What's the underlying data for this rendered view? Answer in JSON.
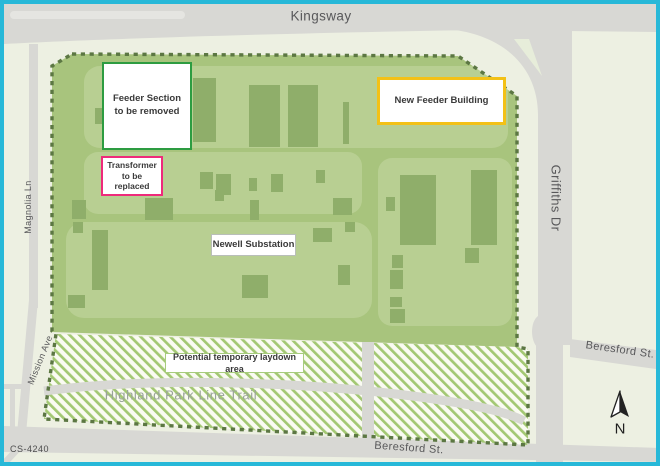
{
  "map": {
    "streets": {
      "kingsway": "Kingsway",
      "griffiths": "Griffiths Dr",
      "magnolia": "Magnolia Ln",
      "mission": "Mission Ave",
      "beresford_right": "Beresford St.",
      "beresford_bottom": "Beresford St.",
      "trail": "Highland Park Line Trail"
    },
    "callouts": {
      "feeder_section": "Feeder Section\nto be removed",
      "transformer": "Transformer\nto be\nreplaced",
      "new_feeder": "New Feeder Building",
      "newell": "Newell Substation",
      "laydown": "Potential temporary laydown area"
    },
    "annotations": {
      "drawing_number": "CS-4240",
      "north": "N"
    },
    "colors": {
      "border": "#27b8d8",
      "bg": "#edf0e2",
      "road": "#d8d8d4",
      "roadlight": "#e5e5e1",
      "island": "#e7edda",
      "site": "#a8c47d",
      "pad": "#b8cf92",
      "building": "#8fae6a",
      "dash": "#5c7743",
      "hatch_stripe": "#a3c873",
      "hatch_bg": "#fafbf2",
      "street_text": "#58585a",
      "trail_text": "#9aa39b",
      "box_text": "#3a3a3a",
      "feeder_border": "#2d9c41",
      "transformer_border": "#ee2a7b",
      "newfeeder_border": "#f3c117",
      "newell_border": "#b9beb9",
      "laydown_border": "#a7cc7d"
    },
    "pads": [
      [
        84,
        66,
        424,
        82,
        16
      ],
      [
        84,
        152,
        278,
        62,
        14
      ],
      [
        66,
        222,
        306,
        96,
        18
      ],
      [
        378,
        158,
        134,
        168,
        14
      ]
    ],
    "buildings": [
      [
        95,
        108,
        10,
        16
      ],
      [
        193,
        78,
        23,
        64
      ],
      [
        249,
        85,
        31,
        62
      ],
      [
        288,
        85,
        30,
        62
      ],
      [
        343,
        102,
        6,
        42
      ],
      [
        200,
        172,
        13,
        17
      ],
      [
        216,
        174,
        15,
        21
      ],
      [
        249,
        178,
        8,
        13
      ],
      [
        271,
        174,
        12,
        18
      ],
      [
        316,
        170,
        9,
        13
      ],
      [
        72,
        200,
        14,
        19
      ],
      [
        73,
        222,
        10,
        11
      ],
      [
        145,
        198,
        28,
        22
      ],
      [
        215,
        190,
        9,
        11
      ],
      [
        250,
        200,
        9,
        20
      ],
      [
        333,
        198,
        19,
        17
      ],
      [
        313,
        228,
        19,
        14
      ],
      [
        345,
        222,
        10,
        10
      ],
      [
        92,
        230,
        16,
        60
      ],
      [
        242,
        275,
        26,
        23
      ],
      [
        338,
        265,
        12,
        20
      ],
      [
        68,
        295,
        17,
        13
      ],
      [
        400,
        175,
        36,
        70
      ],
      [
        471,
        170,
        26,
        75
      ],
      [
        386,
        197,
        9,
        14
      ],
      [
        465,
        248,
        14,
        15
      ],
      [
        392,
        255,
        11,
        13
      ],
      [
        390,
        270,
        13,
        19
      ],
      [
        390,
        297,
        12,
        10
      ],
      [
        390,
        309,
        15,
        14
      ]
    ]
  }
}
